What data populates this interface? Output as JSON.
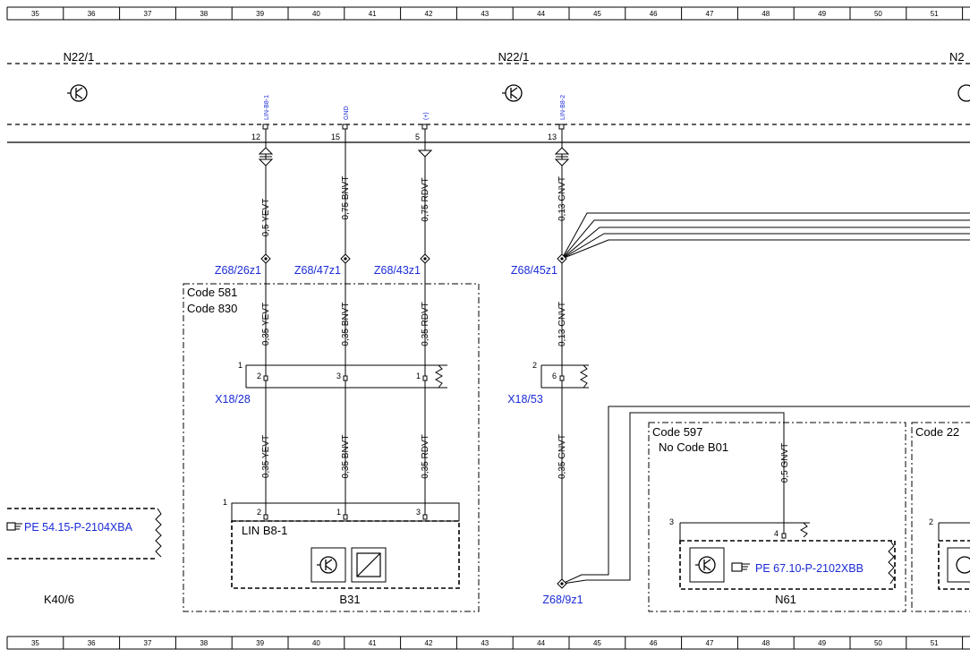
{
  "ruler": [
    "35",
    "36",
    "37",
    "38",
    "39",
    "40",
    "41",
    "42",
    "43",
    "44",
    "45",
    "46",
    "47",
    "48",
    "49",
    "50",
    "51"
  ],
  "modules": {
    "n22_1_left": "N22/1",
    "n22_1_mid": "N22/1",
    "n2_cut": "N2"
  },
  "connectors_top": [
    {
      "name": "LIN-B8-1",
      "pin": "12"
    },
    {
      "name": "GND",
      "pin": "15"
    },
    {
      "name": "(+)",
      "pin": "5"
    },
    {
      "name": "LIN-B8-2",
      "pin": "13"
    }
  ],
  "wires_upper": [
    "0,5 YEVT",
    "0,75 BNVT",
    "0,75 RDVT",
    "0,13 GNVT"
  ],
  "splices_upper": [
    "Z68/26z1",
    "Z68/47z1",
    "Z68/43z1",
    "Z68/45z1"
  ],
  "codes": {
    "box1_a": "Code 581",
    "box1_b": "Code 830",
    "box2_a": "Code 597",
    "box2_b": "No  Code B01",
    "box3_a": "Code 22"
  },
  "wires_mid": [
    "0,35 YEVT",
    "0,35 BNVT",
    "0,35 RDVT",
    "0,13 GNVT"
  ],
  "x18_28": {
    "label": "X18/28",
    "num": "1",
    "pins": [
      "2",
      "3",
      "1"
    ]
  },
  "x18_53": {
    "label": "X18/53",
    "num": "2",
    "pin": "6"
  },
  "wires_lower": [
    "0,35 YEVT",
    "0,35 BNVT",
    "0,35 RDVT",
    "0,35 GNVT",
    "0,5 GNVT"
  ],
  "b31": {
    "num": "1",
    "pins": [
      "2",
      "1",
      "3"
    ],
    "lin": "LIN B8-1",
    "label": "B31"
  },
  "n61": {
    "num": "3",
    "pin": "4",
    "ref": "PE 67.10-P-2102XBB",
    "label": "N61"
  },
  "right_partial_num": "2",
  "k40": {
    "ref": "PE 54.15-P-2104XBA",
    "label": "K40/6"
  },
  "splice_lower": "Z68/9z1",
  "colors": {
    "link": "#1a2bd6",
    "line": "#000000"
  }
}
